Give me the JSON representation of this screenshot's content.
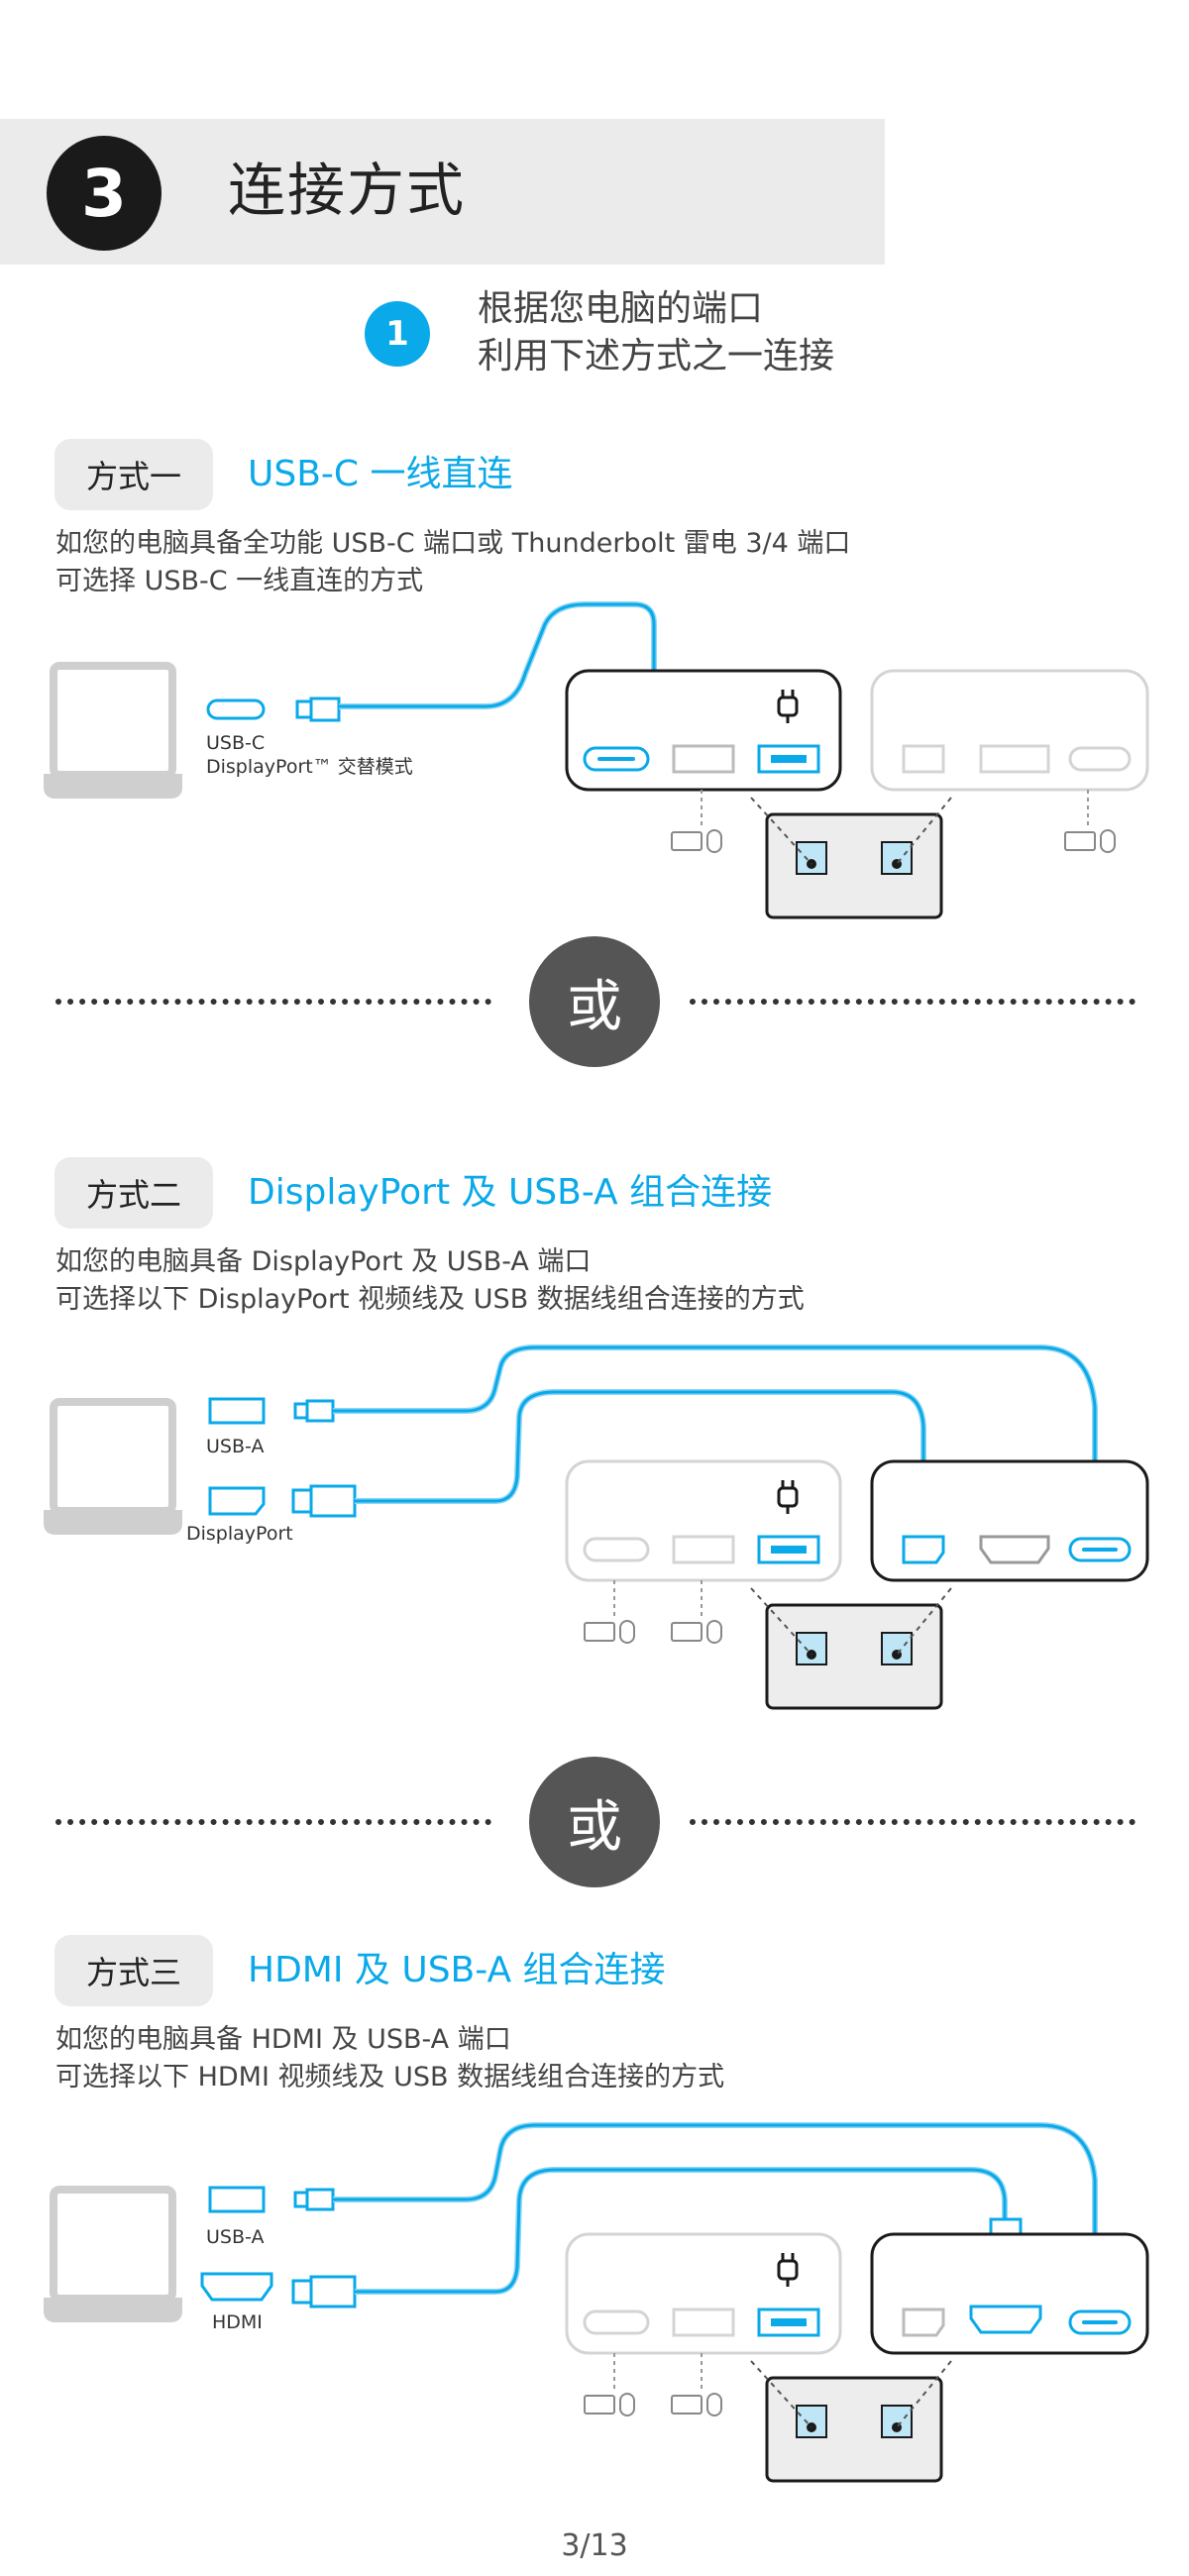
{
  "section": {
    "number": "3",
    "title": "连接方式"
  },
  "step": {
    "number": "1",
    "line1": "根据您电脑的端口",
    "line2": "利用下述方式之一连接"
  },
  "or_label": "或",
  "methods": [
    {
      "tag": "方式一",
      "title": "USB-C 一线直连",
      "desc1": "如您的电脑具备全功能 USB-C 端口或 Thunderbolt 雷电 3/4 端口",
      "desc2": "可选择 USB-C 一线直连的方式",
      "port_label_1": "USB-C",
      "port_label_2": "DisplayPort™ 交替模式"
    },
    {
      "tag": "方式二",
      "title": "DisplayPort 及 USB-A 组合连接",
      "desc1": "如您的电脑具备 DisplayPort 及 USB-A 端口",
      "desc2": "可选择以下 DisplayPort 视频线及 USB 数据线组合连接的方式",
      "port_label_1": "USB-A",
      "port_label_2": "DisplayPort"
    },
    {
      "tag": "方式三",
      "title": "HDMI 及 USB-A 组合连接",
      "desc1": "如您的电脑具备 HDMI 及 USB-A 端口",
      "desc2": "可选择以下 HDMI 视频线及 USB 数据线组合连接的方式",
      "port_label_1": "USB-A",
      "port_label_2": "HDMI"
    }
  ],
  "page_number": "3/13",
  "colors": {
    "accent": "#0aa9e9",
    "header_bg": "#ebebeb",
    "badge_dark": "#1a1a1a",
    "or_badge": "#555555"
  },
  "icons": [
    "laptop-icon",
    "usb-c-port-icon",
    "usb-a-port-icon",
    "displayport-icon",
    "hdmi-port-icon",
    "power-plug-icon",
    "keyboard-icon",
    "mouse-icon"
  ]
}
